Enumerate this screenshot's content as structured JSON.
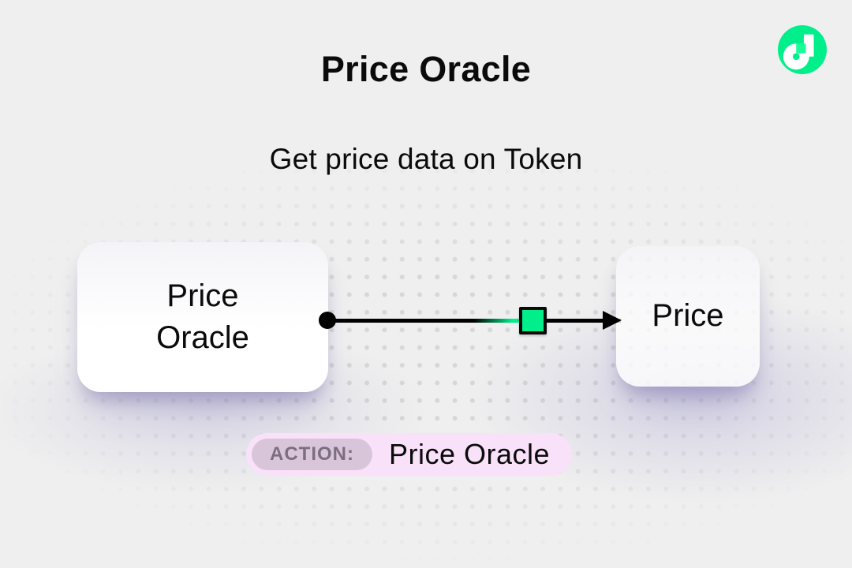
{
  "colors": {
    "background": "#EFEFEF",
    "dot": "#D7D7D7",
    "text": "#0B0B0C",
    "flow_green": "#00EF8B",
    "flow_green_light": "#16FF99",
    "badge_bg": "#F8E1F9",
    "badge_label_bg": "#D9C5DA",
    "badge_label_text": "#7B6E7E"
  },
  "header": {
    "title": "Price Oracle",
    "subtitle": "Get price data on Token"
  },
  "logo": {
    "icon": "flow-logo"
  },
  "diagram": {
    "source_node": {
      "label": "Price Oracle"
    },
    "target_node": {
      "label": "Price"
    },
    "connector": {
      "start": "dot",
      "marker": "green-square",
      "end": "arrowhead"
    }
  },
  "action_badge": {
    "label": "ACTION:",
    "value": "Price Oracle"
  }
}
